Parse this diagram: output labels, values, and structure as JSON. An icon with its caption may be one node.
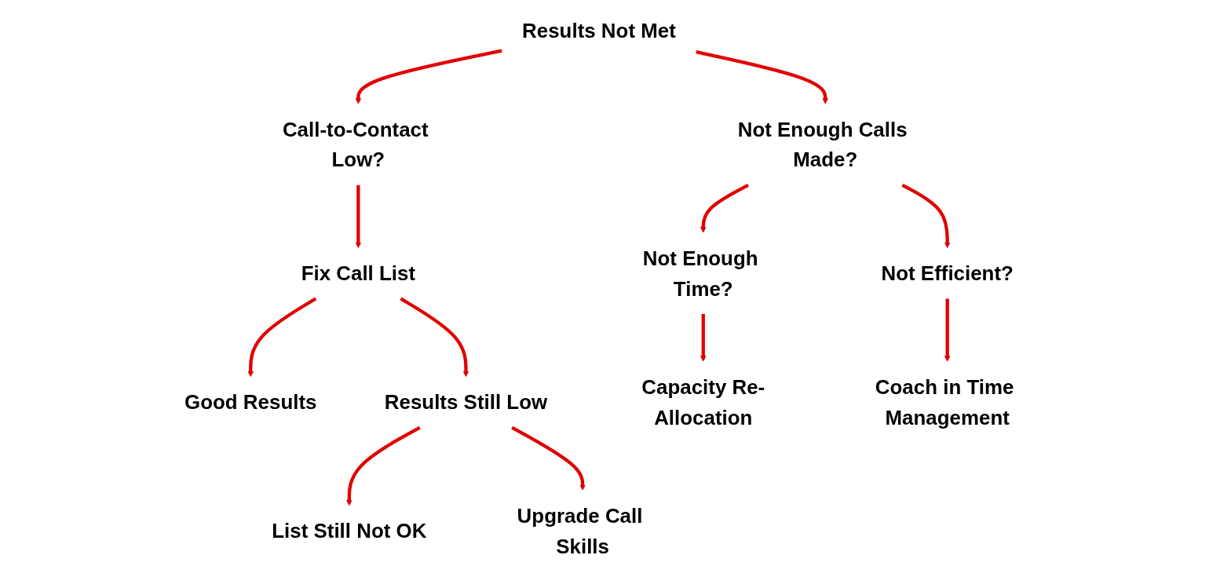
{
  "diagram": {
    "nodes": [
      {
        "text": [
          "Results Not Met"
        ]
      },
      {
        "text": [
          "Call-to-Contact Low?"
        ]
      },
      {
        "text": [
          "Not Enough Calls Made?"
        ]
      },
      {
        "text": [
          "Fix Call List"
        ]
      },
      {
        "text": [
          "Not Enough Time?"
        ]
      },
      {
        "text": [
          "Not Efficient?"
        ]
      },
      {
        "text": [
          "Good Results"
        ]
      },
      {
        "text": [
          "Results Still Low"
        ]
      },
      {
        "text": [
          "Capacity Re-Allocation"
        ]
      },
      {
        "text": [
          "Coach in Time Management"
        ]
      },
      {
        "text": [
          "List Still Not OK"
        ]
      },
      {
        "text": [
          "Upgrade Call Skills"
        ]
      }
    ],
    "edges": [
      {
        "from": 0,
        "to": 1,
        "arrow": "to"
      },
      {
        "from": 0,
        "to": 2,
        "arrow": "to"
      },
      {
        "from": 1,
        "to": 3,
        "arrow": "to"
      },
      {
        "from": 2,
        "to": 4,
        "arrow": "to"
      },
      {
        "from": 2,
        "to": 5,
        "arrow": "to"
      },
      {
        "from": 3,
        "to": 6,
        "arrow": "to"
      },
      {
        "from": 3,
        "to": 7,
        "arrow": "to"
      },
      {
        "from": 4,
        "to": 8,
        "arrow": "to"
      },
      {
        "from": 5,
        "to": 9,
        "arrow": "to"
      },
      {
        "from": 7,
        "to": 10,
        "arrow": "to"
      },
      {
        "from": 7,
        "to": 11,
        "arrow": "to"
      }
    ]
  }
}
